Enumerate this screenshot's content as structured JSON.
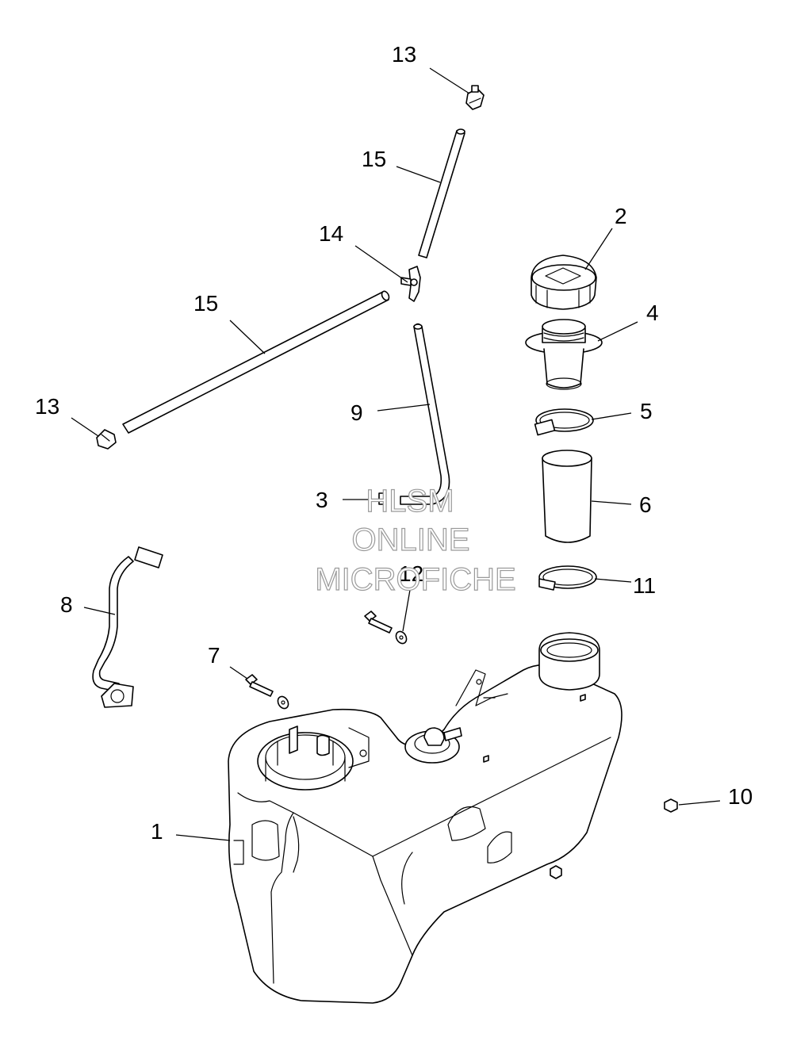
{
  "callouts": [
    {
      "id": "c1",
      "label": "1"
    },
    {
      "id": "c2",
      "label": "2"
    },
    {
      "id": "c3",
      "label": "3"
    },
    {
      "id": "c4",
      "label": "4"
    },
    {
      "id": "c5",
      "label": "5"
    },
    {
      "id": "c6",
      "label": "6"
    },
    {
      "id": "c7",
      "label": "7"
    },
    {
      "id": "c8",
      "label": "8"
    },
    {
      "id": "c9",
      "label": "9"
    },
    {
      "id": "c10",
      "label": "10"
    },
    {
      "id": "c11",
      "label": "11"
    },
    {
      "id": "c12",
      "label": "12"
    },
    {
      "id": "c13a",
      "label": "13"
    },
    {
      "id": "c13b",
      "label": "13"
    },
    {
      "id": "c14",
      "label": "14"
    },
    {
      "id": "c15a",
      "label": "15"
    },
    {
      "id": "c15b",
      "label": "15"
    }
  ],
  "watermark": {
    "line1": "HLSM",
    "line2": "ONLINE",
    "line3": "MICROFICHE"
  }
}
